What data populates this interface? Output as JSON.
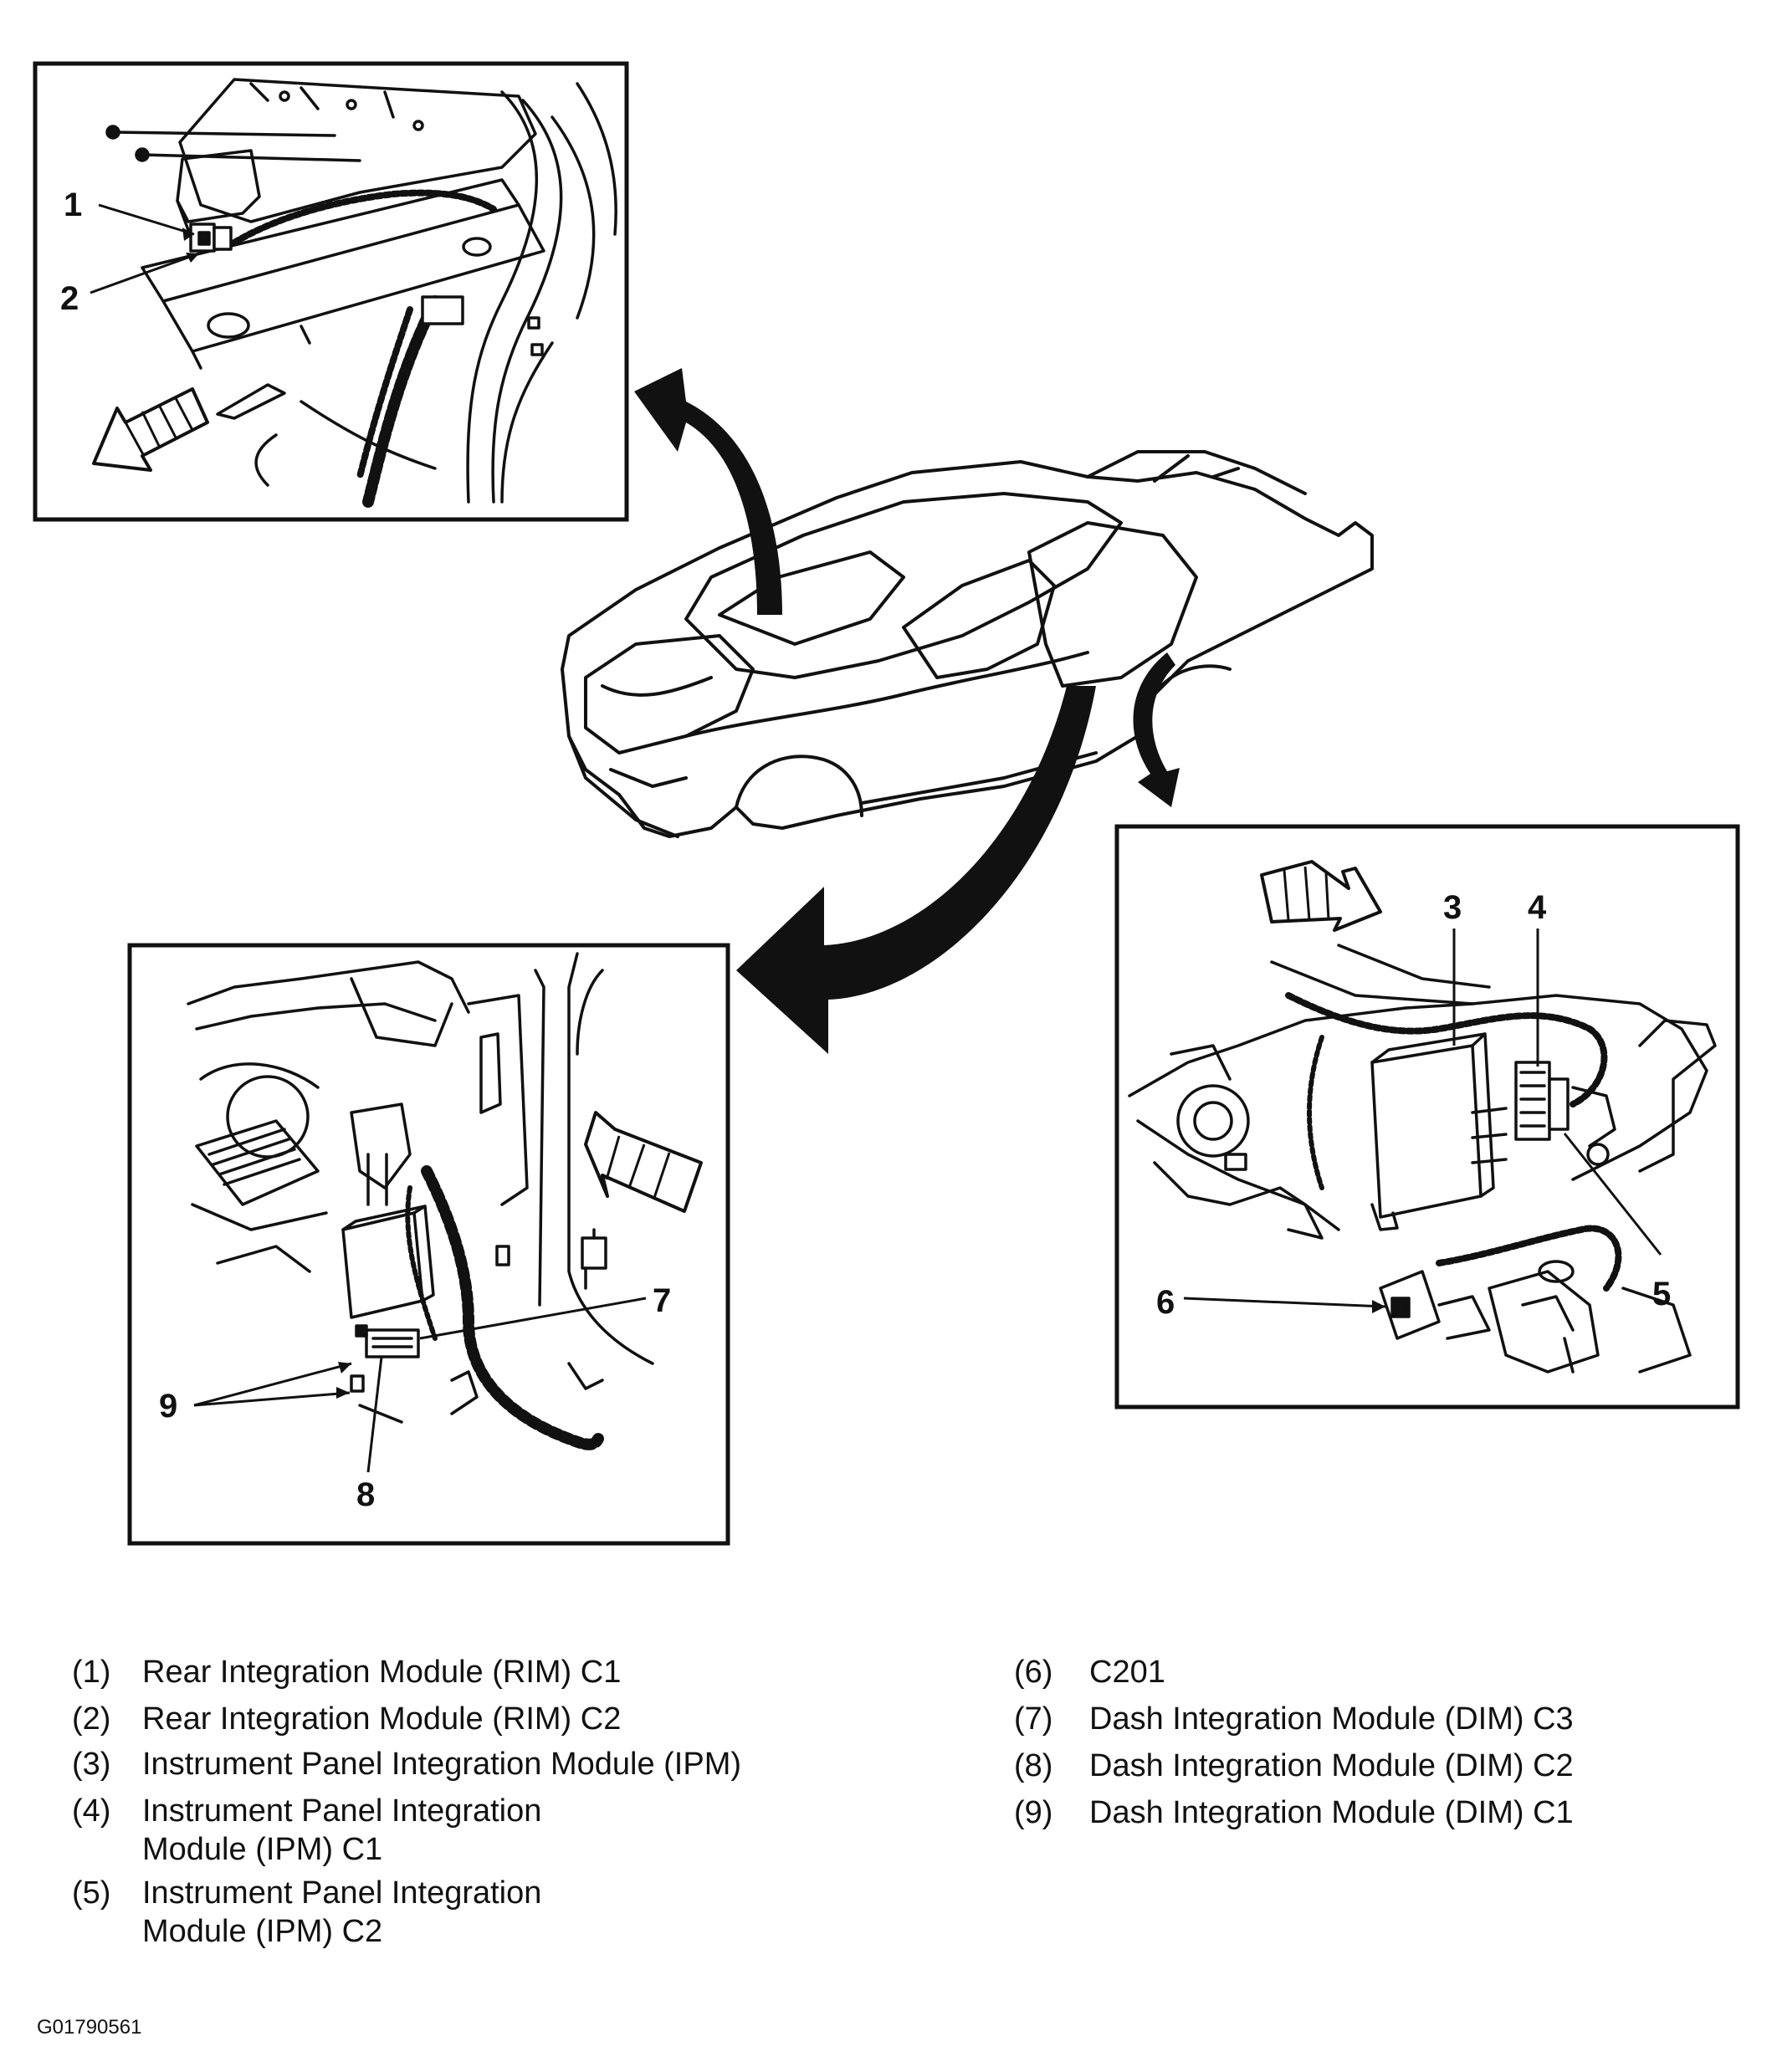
{
  "callouts": {
    "c1": "1",
    "c2": "2",
    "c3": "3",
    "c4": "4",
    "c5": "5",
    "c6": "6",
    "c7": "7",
    "c8": "8",
    "c9": "9"
  },
  "legend": {
    "left": [
      {
        "num": "(1)",
        "text": "Rear Integration Module (RIM) C1"
      },
      {
        "num": "(2)",
        "text": "Rear Integration Module (RIM) C2"
      },
      {
        "num": "(3)",
        "text": "Instrument Panel Integration Module (IPM)"
      },
      {
        "num": "(4)",
        "text": "Instrument Panel Integration\nModule (IPM) C1"
      },
      {
        "num": "(5)",
        "text": "Instrument Panel Integration\nModule (IPM) C2"
      }
    ],
    "right": [
      {
        "num": "(6)",
        "text": "C201"
      },
      {
        "num": "(7)",
        "text": "Dash Integration Module (DIM) C3"
      },
      {
        "num": "(8)",
        "text": "Dash Integration Module (DIM) C2"
      },
      {
        "num": "(9)",
        "text": "Dash Integration Module (DIM) C1"
      }
    ]
  },
  "figure_id": "G01790561"
}
